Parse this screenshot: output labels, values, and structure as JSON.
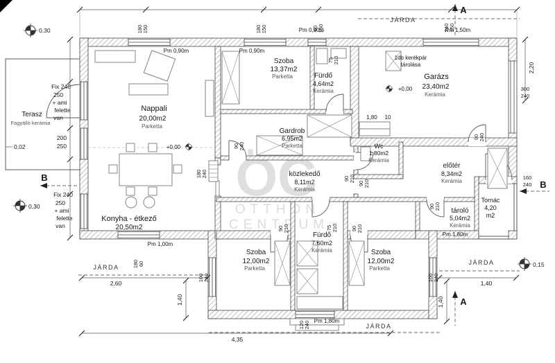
{
  "watermark": {
    "logo": "ÖC",
    "line1": "OTTHON",
    "line2": "CENTRUM"
  },
  "rooms": {
    "terasz": {
      "name": "Terasz",
      "finish": "Fagyálló kerámia"
    },
    "nappali": {
      "name": "Nappali",
      "area": "20,00m2",
      "finish": "Parketta"
    },
    "szoba1": {
      "name": "Szoba",
      "area": "13,37m2",
      "finish": "Parketta"
    },
    "furdo1": {
      "name": "Fürdő",
      "area": "4,64m2",
      "finish": "Kerámia"
    },
    "garazs": {
      "name": "Garázs",
      "area": "23,40m2",
      "finish": "Kerámia",
      "note1": "1db kerékpár",
      "note2": "tárolása"
    },
    "gardrob": {
      "name": "Gardrob",
      "area": "6,95m2",
      "finish": "Parketta"
    },
    "wc": {
      "name": "Wc",
      "area": "1,80m2",
      "finish": "Kerámia"
    },
    "kozlekedo": {
      "name": "közlekedő",
      "area": "8,11m2",
      "finish": "Kerámia"
    },
    "eloter": {
      "name": "előtér",
      "area": "8,34m2",
      "finish": "Kerámia"
    },
    "tornac": {
      "name": "Tornác",
      "area": "4,20",
      "unit": "m2"
    },
    "tarolo": {
      "name": "tároló",
      "area": "5,04m2",
      "finish": "Kerámia"
    },
    "konyha": {
      "name": "Konyha - étkező",
      "area": "20,50m2"
    },
    "szoba2": {
      "name": "Szoba",
      "area": "12,00m2",
      "finish": "Parketta"
    },
    "furdo2": {
      "name": "Fürdő",
      "area": "7,60m2",
      "finish": "Kerámia"
    },
    "szoba3": {
      "name": "Szoba",
      "area": "12,00m2",
      "finish": "Parketta"
    }
  },
  "pm": {
    "p090": "Pm 0,90m",
    "p100": "Pm 1,00m",
    "p150": "Pm 1,50m",
    "p180": "Pm 1,80m"
  },
  "meas": {
    "m030": "0,30",
    "m002": "0,02",
    "m015": "0,15",
    "m000": "+0,00",
    "m220": "2,20",
    "m260": "2,60",
    "m140": "1,40",
    "m435": "4,35",
    "m180": "1,80",
    "m10": "10",
    "m200": "200",
    "m250": "250"
  },
  "notes": {
    "jarda": "JÁRDA",
    "fix240": "Fix 240",
    "v250": "250",
    "ami": "+ ami",
    "felette": "felette",
    "van": "van",
    "secA": "A",
    "secB": "B"
  },
  "dims": {
    "d180150": {
      "a": "180",
      "b": "150"
    },
    "d60150": {
      "a": "60",
      "b": "150"
    },
    "d240150": {
      "a": "240",
      "b": "150"
    },
    "d18060": {
      "a": "180",
      "b": "60"
    },
    "d100240": {
      "a": "100",
      "b": "240"
    },
    "d120240": {
      "a": "120",
      "b": "240"
    },
    "d300240": {
      "a": "300",
      "b": "240"
    },
    "d160240": {
      "a": "160",
      "b": "240"
    },
    "d75210": {
      "a": "75",
      "b": "210"
    },
    "d90240": {
      "a": "90",
      "b": "240"
    },
    "d90210": {
      "a": "90",
      "b": "210"
    },
    "d180240": {
      "a": "180",
      "b": "240"
    }
  }
}
